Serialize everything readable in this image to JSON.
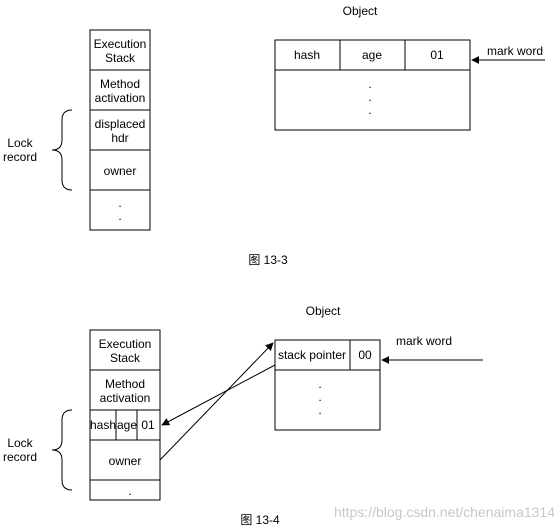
{
  "fig1": {
    "stack": {
      "header": [
        "Execution",
        "Stack"
      ],
      "method": [
        "Method",
        "activation"
      ],
      "displaced": [
        "displaced",
        "hdr"
      ],
      "owner": "owner",
      "dots": "."
    },
    "lock_record": [
      "Lock",
      "record"
    ],
    "object_title": "Object",
    "fields": {
      "hash": "hash",
      "age": "age",
      "bits": "01"
    },
    "dots": ".",
    "mark_word": "mark word",
    "caption": "图 13-3"
  },
  "fig2": {
    "stack": {
      "header": [
        "Execution",
        "Stack"
      ],
      "method": [
        "Method",
        "activation"
      ],
      "hash": "hash",
      "age": "age",
      "bits": "01",
      "owner": "owner",
      "dots": "."
    },
    "lock_record": [
      "Lock",
      "record"
    ],
    "object_title": "Object",
    "stack_pointer": "stack pointer",
    "bits": "00",
    "dots": ".",
    "mark_word": "mark word",
    "caption": "图 13-4"
  },
  "watermark": "https://blog.csdn.net/chenaima1314"
}
